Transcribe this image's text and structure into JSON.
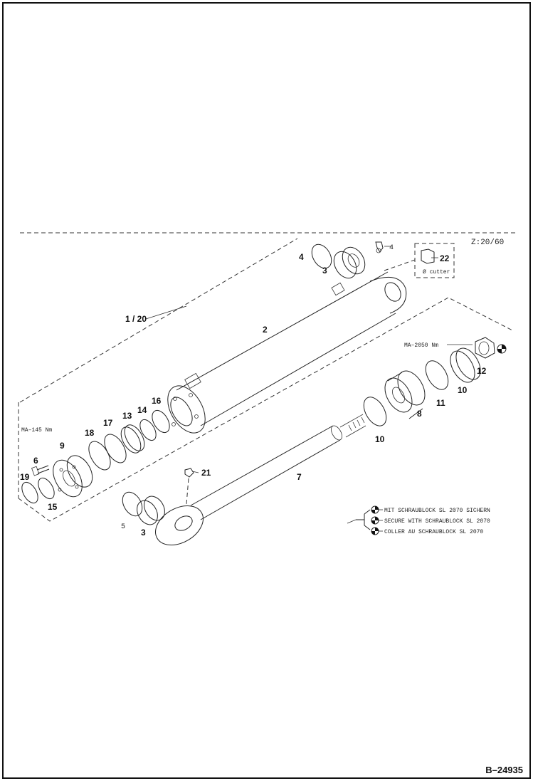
{
  "diagram": {
    "reference": "B–24935",
    "zoom_code": "Z:20/60",
    "parts": [
      {
        "id": "p1_20",
        "label": "1 / 20"
      },
      {
        "id": "p2",
        "label": "2"
      },
      {
        "id": "p3a",
        "label": "3"
      },
      {
        "id": "p3b",
        "label": "3"
      },
      {
        "id": "p4a",
        "label": "4"
      },
      {
        "id": "p4b",
        "label": "4"
      },
      {
        "id": "p5",
        "label": "5"
      },
      {
        "id": "p6",
        "label": "6"
      },
      {
        "id": "p7",
        "label": "7"
      },
      {
        "id": "p8",
        "label": "8"
      },
      {
        "id": "p9",
        "label": "9"
      },
      {
        "id": "p10a",
        "label": "10"
      },
      {
        "id": "p10b",
        "label": "10"
      },
      {
        "id": "p11",
        "label": "11"
      },
      {
        "id": "p12",
        "label": "12"
      },
      {
        "id": "p13",
        "label": "13"
      },
      {
        "id": "p14",
        "label": "14"
      },
      {
        "id": "p15",
        "label": "15"
      },
      {
        "id": "p16",
        "label": "16"
      },
      {
        "id": "p17",
        "label": "17"
      },
      {
        "id": "p18",
        "label": "18"
      },
      {
        "id": "p19",
        "label": "19"
      },
      {
        "id": "p21",
        "label": "21"
      },
      {
        "id": "p22",
        "label": "22"
      }
    ],
    "torque_top": "MA–2050 Nm",
    "torque_left": "MA–145 Nm",
    "grease_note": "Ø cutter",
    "locking_notes": [
      "MIT SCHRAUBLOCK SL 2070 SICHERN",
      "SECURE WITH SCHRAUBLOCK SL 2070",
      "COLLER AU SCHRAUBLOCK SL 2070"
    ]
  }
}
